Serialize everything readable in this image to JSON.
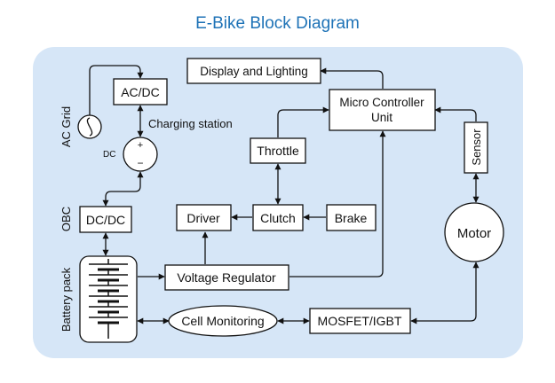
{
  "title": "E-Bike Block Diagram",
  "colors": {
    "title": "#1f73b7",
    "panel": "#d6e6f7",
    "box_fill": "#ffffff",
    "stroke": "#111111"
  },
  "labels": {
    "ac_grid": "AC Grid",
    "ac_dc": "AC/DC",
    "charging_station": "Charging station",
    "dc": "DC",
    "plus": "+",
    "minus": "−",
    "obc": "OBC",
    "dc_dc": "DC/DC",
    "battery_pack": "Battery pack",
    "display_lighting": "Display and Lighting",
    "mcu_line1": "Micro Controller",
    "mcu_line2": "Unit",
    "throttle": "Throttle",
    "sensor": "Sensor",
    "driver": "Driver",
    "clutch": "Clutch",
    "brake": "Brake",
    "motor": "Motor",
    "voltage_regulator": "Voltage Regulator",
    "cell_monitoring": "Cell Monitoring",
    "mosfet_igbt": "MOSFET/IGBT"
  }
}
